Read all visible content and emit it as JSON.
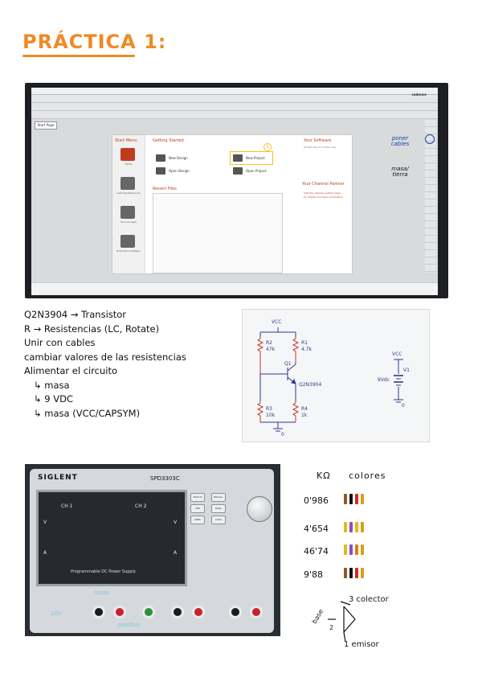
{
  "page": {
    "title": "PRÁCTICA 1:"
  },
  "screen_photo": {
    "tab_label": "Start Page",
    "brand": "cadence",
    "start_menu": {
      "title": "Start Menu",
      "items": [
        "Home",
        "Learning Resources",
        "On-Line Apps",
        "Extensions Designs"
      ]
    },
    "getting_started": {
      "title": "Getting Started",
      "items": [
        "New Design",
        "New Project",
        "Open Design",
        "Open Project"
      ],
      "callout_number": "1"
    },
    "recent_files": {
      "title": "Recent Files"
    },
    "your_software": {
      "title": "Your Software",
      "text": "OrCAD Lite 17.2 2016, Lite"
    },
    "channel_partner": {
      "title": "Your Channel Partner",
      "text": "Visit the channel partner page for details and more information"
    },
    "annotations": {
      "power_cables": "poner cables",
      "ground": "masa/ tierra"
    }
  },
  "notes": {
    "lines": [
      "Q2N3904 → Transistor",
      "R → Resistencias (LC, Rotate)",
      "Unir con cables",
      "cambiar valores de las resistencias",
      "Alimentar el circuito",
      "↳ masa",
      "↳ 9 VDC",
      "↳ masa (VCC/CAPSYM)"
    ]
  },
  "circuit": {
    "vcc_label": "VCC",
    "components": {
      "r2": {
        "name": "R2",
        "value": "47k"
      },
      "r1": {
        "name": "R1",
        "value": "4.7k"
      },
      "q1": {
        "name": "Q1",
        "part": "Q2N3904"
      },
      "r3": {
        "name": "R3",
        "value": "10k"
      },
      "r4": {
        "name": "R4",
        "value": "1k"
      },
      "v1": {
        "name": "V1",
        "value": "9Vdc",
        "vcc": "VCC"
      }
    },
    "ground_label": "0"
  },
  "psu_photo": {
    "brand": "SIGLENT",
    "model": "SPD3303C",
    "ch1": "CH 1",
    "ch2": "CH 2",
    "v_left": "V",
    "v_right": "V",
    "a_left": "A",
    "a_right": "A",
    "subtitle": "Programmable DC Power Supply",
    "buttons": [
      "MULT-D",
      "RECALL",
      "SER",
      "PARA",
      "INNS",
      "LOCK"
    ],
    "annotations": {
      "ground": "masa",
      "positive": "positivo",
      "ten_volts": "10V"
    }
  },
  "resistor_colors": {
    "header_left": "KΩ",
    "header_right": "colores",
    "rows": [
      {
        "value": "0'986",
        "bands": [
          "#8a5a2b",
          "#111111",
          "#d12a2a",
          "#d4a017"
        ]
      },
      {
        "value": "4'654",
        "bands": [
          "#e3b91d",
          "#8e4fb5",
          "#e3b91d",
          "#d4a017"
        ]
      },
      {
        "value": "46'74",
        "bands": [
          "#e3b91d",
          "#8e4fb5",
          "#e07a1f",
          "#d4a017"
        ]
      },
      {
        "value": "9'88",
        "bands": [
          "#8a5a2b",
          "#111111",
          "#d12a2a",
          "#d4a017"
        ]
      }
    ]
  },
  "transistor_pins": {
    "collector": "3 colector",
    "base": "base",
    "base_num": "2",
    "emitter": "1 emisor"
  }
}
